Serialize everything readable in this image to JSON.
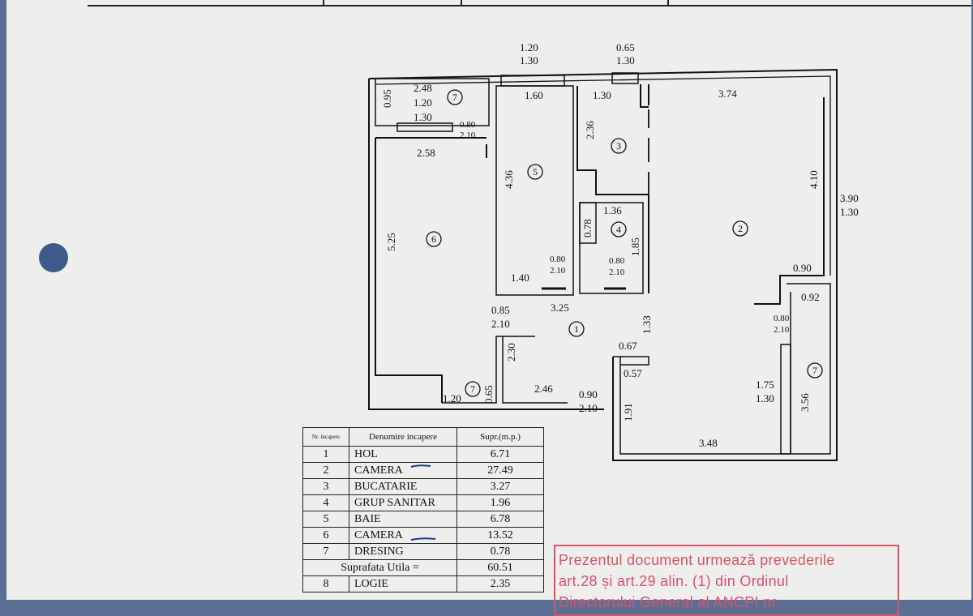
{
  "plan": {
    "rooms": [
      {
        "num": "1"
      },
      {
        "num": "2"
      },
      {
        "num": "3"
      },
      {
        "num": "4"
      },
      {
        "num": "5"
      },
      {
        "num": "6"
      },
      {
        "num": "7"
      },
      {
        "num": "7"
      },
      {
        "num": "7"
      }
    ],
    "dims": {
      "top_window1_w": "1.20",
      "top_window1_h": "1.30",
      "top_window2_w": "0.65",
      "top_window2_h": "1.30",
      "d_095": "0.95",
      "d_248": "2.48",
      "d_120a": "1.20",
      "d_130a": "1.30",
      "d_080a": "0.80",
      "d_210a": "2.10",
      "d_258": "2.58",
      "d_525": "5.25",
      "d_160": "1.60",
      "d_436": "4.36",
      "d_080b": "0.80",
      "d_210b": "2.10",
      "d_140": "1.40",
      "d_130b": "1.30",
      "d_236": "2.36",
      "d_136": "1.36",
      "d_078": "0.78",
      "d_185": "1.85",
      "d_080c": "0.80",
      "d_210c": "2.10",
      "d_374": "3.74",
      "d_410": "4.10",
      "d_390": "3.90",
      "d_130c": "1.30",
      "d_090a": "0.90",
      "d_092": "0.92",
      "d_080d": "0.80",
      "d_210d": "2.10",
      "d_085": "0.85",
      "d_210e": "2.10",
      "d_325": "3.25",
      "d_133": "1.33",
      "d_230": "2.30",
      "d_246": "2.46",
      "d_090b": "0.90",
      "d_210f": "2.10",
      "d_120b": "1.20",
      "d_065": "0.65",
      "d_067": "0.67",
      "d_057": "0.57",
      "d_191": "1.91",
      "d_348": "3.48",
      "d_175": "1.75",
      "d_130d": "1.30",
      "d_356": "3.56"
    }
  },
  "table": {
    "headers": [
      "Nr. incapere",
      "Denumire incapere",
      "Supr.(m.p.)"
    ],
    "rows": [
      {
        "nr": "1",
        "name": "HOL",
        "area": "6.71"
      },
      {
        "nr": "2",
        "name": "CAMERA",
        "area": "27.49"
      },
      {
        "nr": "3",
        "name": "BUCATARIE",
        "area": "3.27"
      },
      {
        "nr": "4",
        "name": "GRUP SANITAR",
        "area": "1.96"
      },
      {
        "nr": "5",
        "name": "BAIE",
        "area": "6.78"
      },
      {
        "nr": "6",
        "name": "CAMERA",
        "area": "13.52"
      },
      {
        "nr": "7",
        "name": "DRESING",
        "area": "0.78"
      }
    ],
    "total_label": "Suprafata Utila =",
    "total_value": "60.51",
    "extra_row": {
      "nr": "8",
      "name": "LOGIE",
      "area": "2.35"
    }
  },
  "stamp": {
    "line1": "Prezentul document urmează prevederile",
    "line2": "art.28  și  art.29  alin.  (1)  din  Ordinul",
    "line3": "Directorului  General  al  ANCPI  nr."
  },
  "colors": {
    "ink": "#111111",
    "stamp": "#d9536a",
    "paper": "#eeeeec",
    "pen": "#1f3c8a"
  }
}
